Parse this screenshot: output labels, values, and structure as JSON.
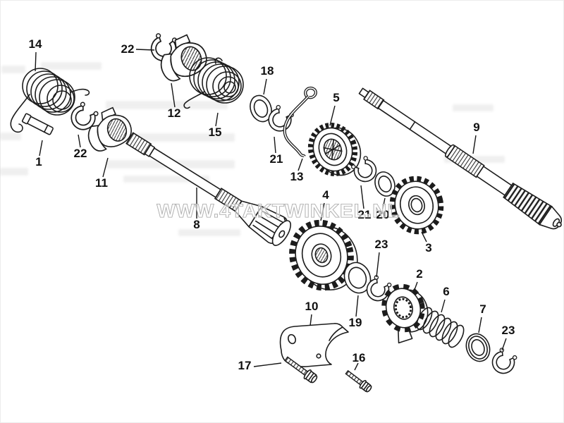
{
  "canvas": {
    "background": "#ffffff",
    "line_color": "#1c1c1c"
  },
  "watermark": {
    "text": "WWW.4TAKTWINKEL.NL"
  },
  "labels": [
    {
      "num": "14"
    },
    {
      "num": "22"
    },
    {
      "num": "12"
    },
    {
      "num": "22"
    },
    {
      "num": "1"
    },
    {
      "num": "11"
    },
    {
      "num": "15"
    },
    {
      "num": "18"
    },
    {
      "num": "21"
    },
    {
      "num": "13"
    },
    {
      "num": "5"
    },
    {
      "num": "9"
    },
    {
      "num": "8"
    },
    {
      "num": "4"
    },
    {
      "num": "21"
    },
    {
      "num": "20"
    },
    {
      "num": "3"
    },
    {
      "num": "23"
    },
    {
      "num": "2"
    },
    {
      "num": "10"
    },
    {
      "num": "19"
    },
    {
      "num": "6"
    },
    {
      "num": "7"
    },
    {
      "num": "23"
    },
    {
      "num": "17"
    },
    {
      "num": "16"
    }
  ]
}
